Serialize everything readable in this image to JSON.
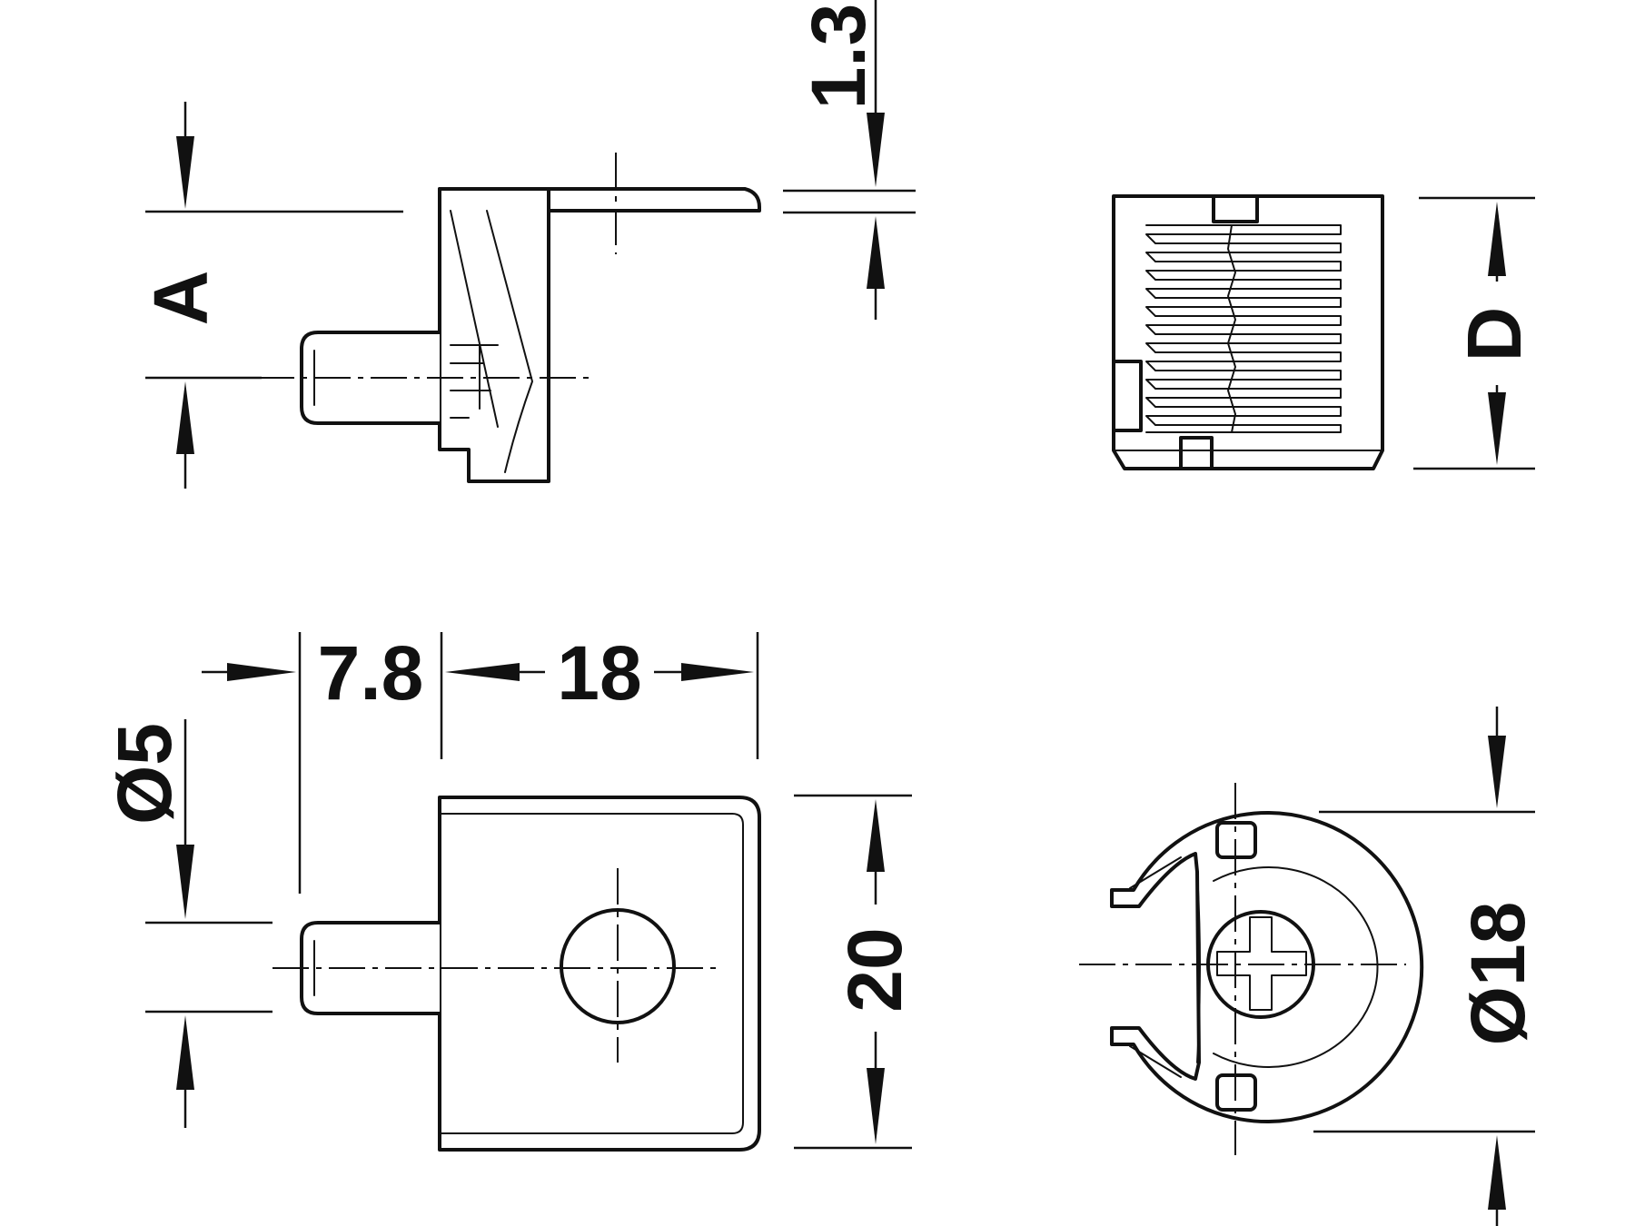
{
  "dimensions": {
    "a_label": "A",
    "thickness": "1.3",
    "d_label": "D",
    "pin_length": "7.8",
    "body_length": "18",
    "pin_diameter": "Ø5",
    "body_width": "20",
    "housing_diameter": "Ø18"
  }
}
